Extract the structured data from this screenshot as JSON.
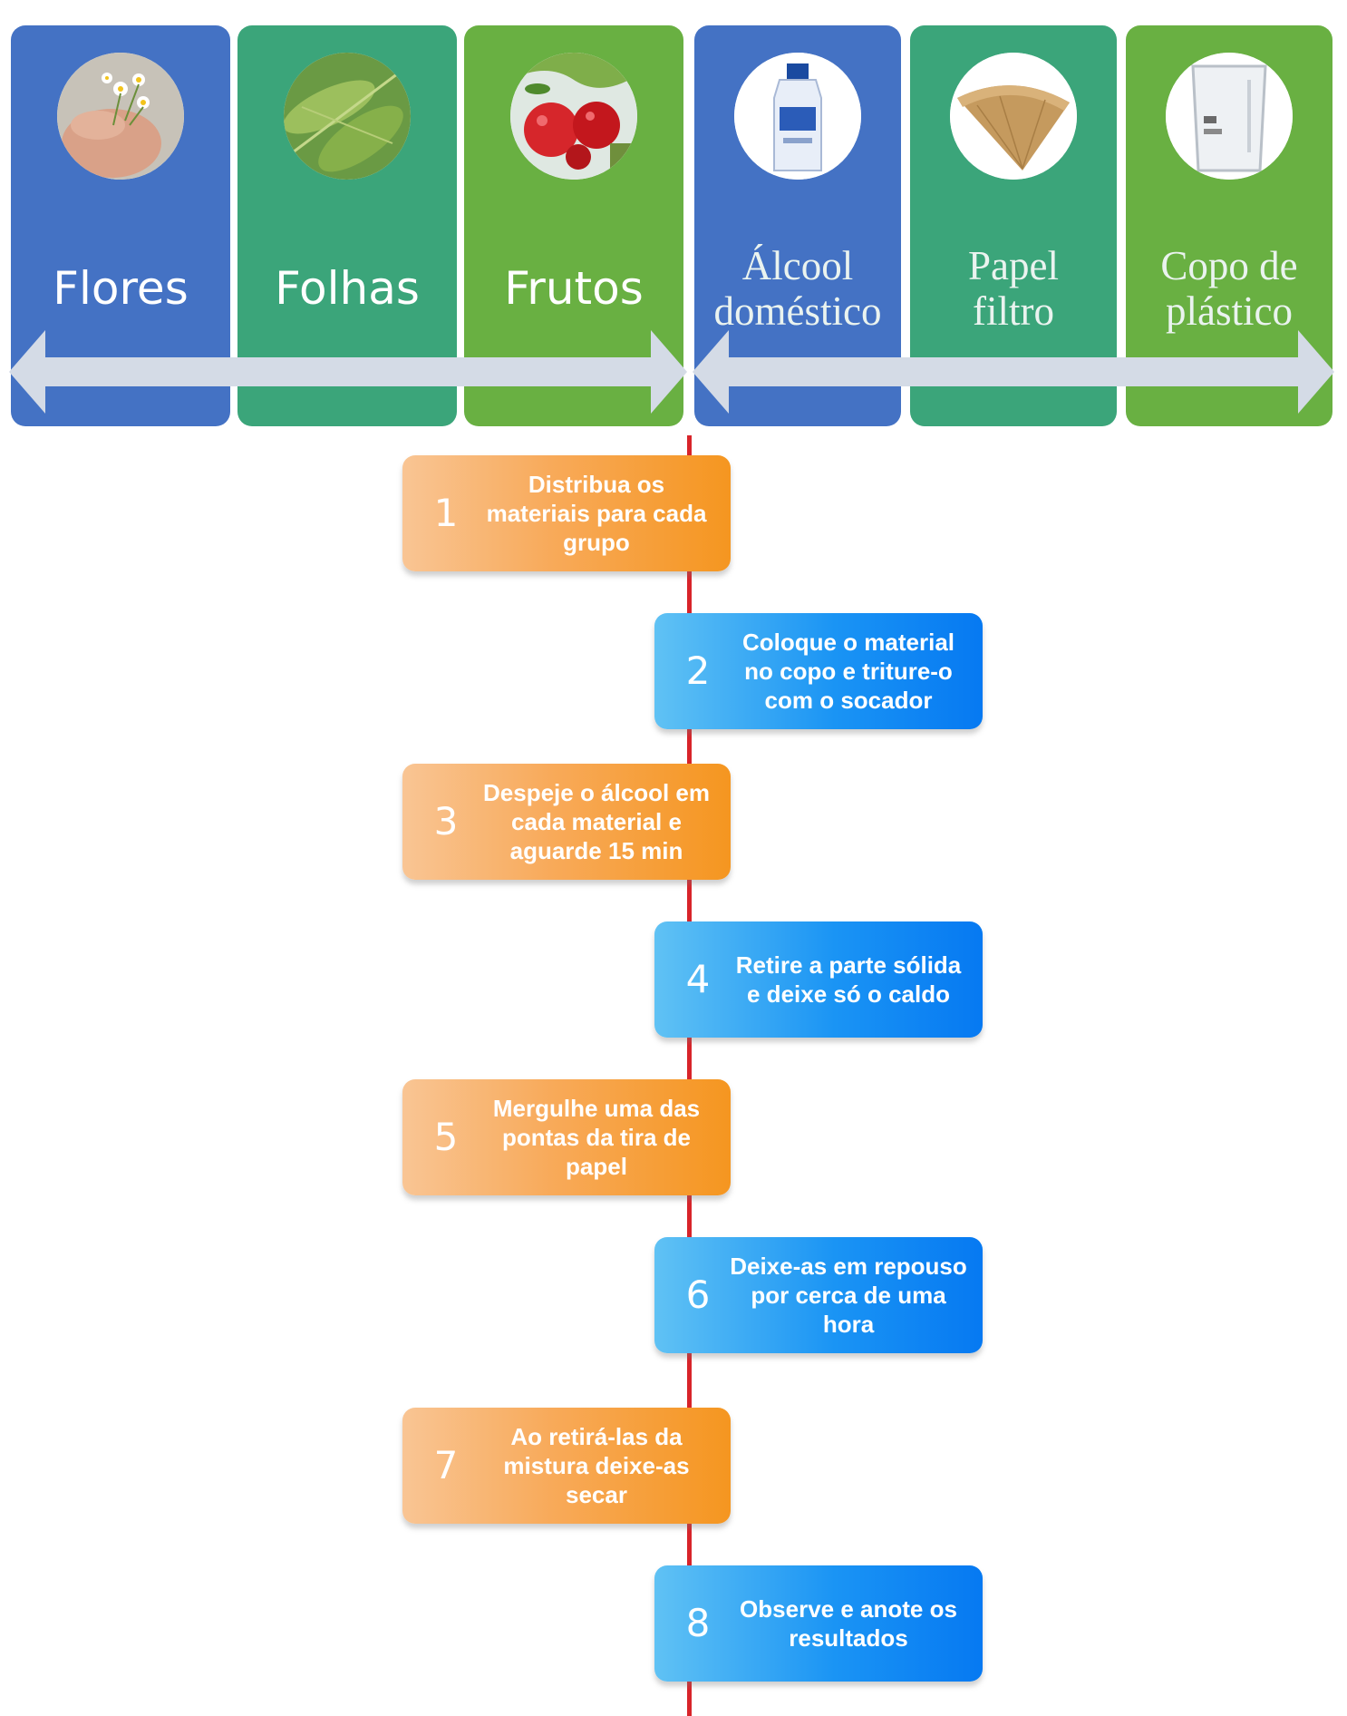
{
  "colors": {
    "blue_card": "#4472c4",
    "green_card": "#3ba57a",
    "light_green_card": "#69b042",
    "arrow": "#d4dbe6",
    "timeline": "#d8242a",
    "orange_step": "#f59620",
    "blue_step": "#0679f2"
  },
  "sources": [
    {
      "label": "Flores",
      "icon": "flower-photo-icon"
    },
    {
      "label": "Folhas",
      "icon": "leaves-photo-icon"
    },
    {
      "label": "Frutos",
      "icon": "fruits-photo-icon"
    }
  ],
  "materials": [
    {
      "label_line1": "Álcool",
      "label_line2": "doméstico",
      "icon": "alcohol-bottle-photo-icon"
    },
    {
      "label_line1": "Papel",
      "label_line2": "filtro",
      "icon": "filter-paper-photo-icon"
    },
    {
      "label_line1": "Copo de",
      "label_line2": "plástico",
      "icon": "plastic-cup-photo-icon"
    }
  ],
  "steps": [
    {
      "number": "1",
      "text": "Distribua os materiais para cada grupo"
    },
    {
      "number": "2",
      "text": "Coloque o material no copo e triture-o com o socador"
    },
    {
      "number": "3",
      "text": "Despeje o álcool em cada material e aguarde 15 min"
    },
    {
      "number": "4",
      "text": "Retire a parte sólida e deixe só o caldo"
    },
    {
      "number": "5",
      "text": "Mergulhe uma das pontas da tira de papel"
    },
    {
      "number": "6",
      "text": "Deixe-as em repouso por cerca de uma hora"
    },
    {
      "number": "7",
      "text": "Ao retirá-las da mistura deixe-as secar"
    },
    {
      "number": "8",
      "text": "Observe e anote os resultados"
    }
  ]
}
